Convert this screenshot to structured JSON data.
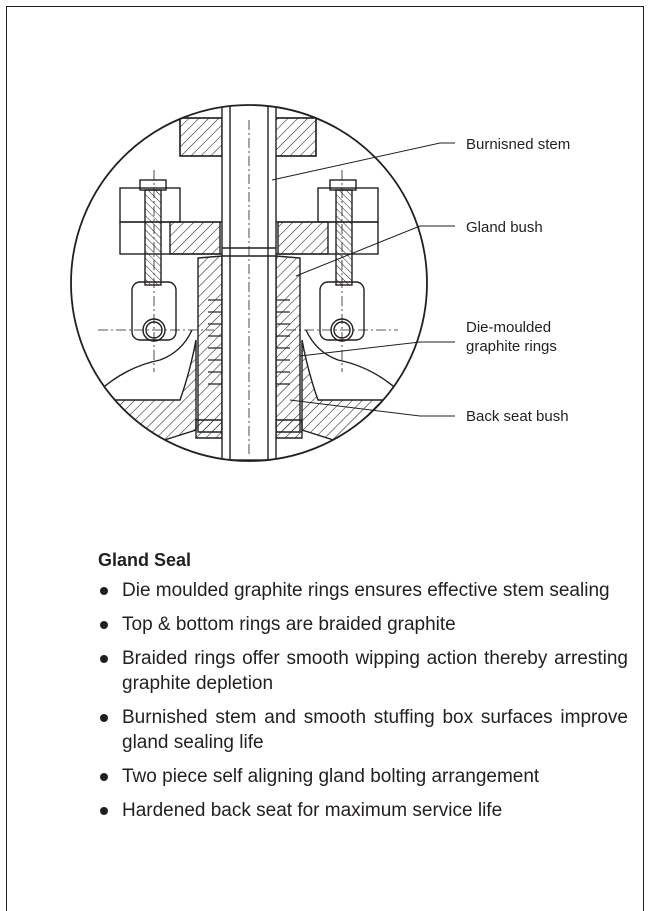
{
  "callouts": {
    "burnished_stem": "Burnisned stem",
    "gland_bush": "Gland bush",
    "graphite_rings": [
      "Die-moulded",
      "graphite rings"
    ],
    "back_seat_bush": "Back seat bush"
  },
  "section": {
    "title": "Gland Seal",
    "bullets": [
      "Die moulded graphite rings ensures effective stem sealing",
      "Top & bottom rings are braided graphite",
      "Braided rings offer smooth wipping action thereby arresting graphite depletion",
      "Burnished stem and smooth stuffing box surfaces improve gland sealing life",
      "Two piece self aligning gland bolting arrangement",
      "Hardened back seat for maximum service life"
    ]
  }
}
